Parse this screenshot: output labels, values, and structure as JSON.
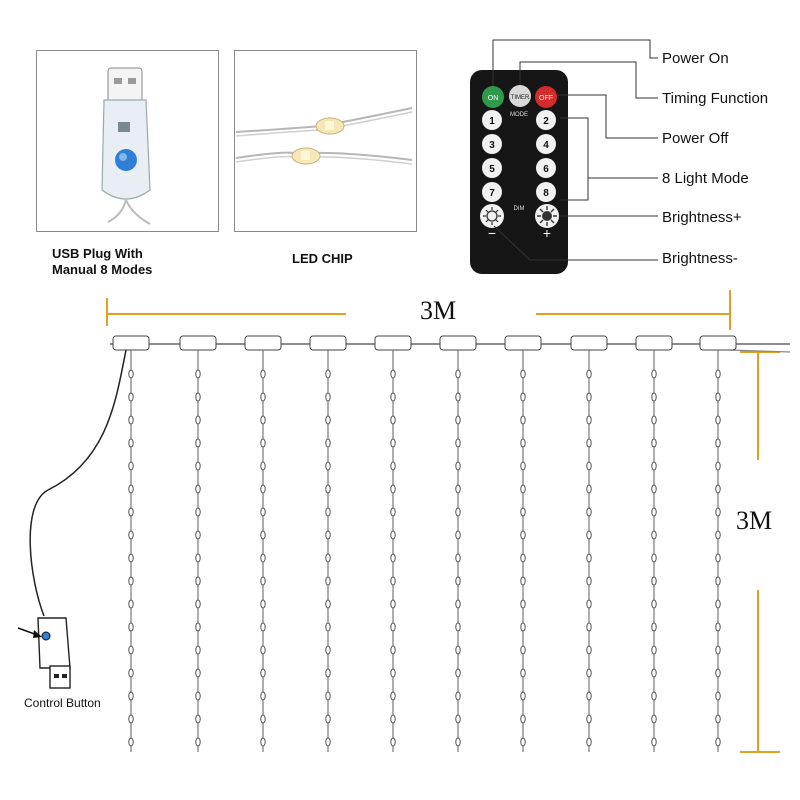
{
  "panels": {
    "usb_caption_line1": "USB Plug With",
    "usb_caption_line2": "Manual 8 Modes",
    "led_caption": "LED CHIP"
  },
  "remote": {
    "buttons": {
      "on": "ON",
      "timer": "TIMER",
      "off": "OFF",
      "mode": "MODE",
      "dim": "DIM",
      "minus": "−",
      "plus": "+",
      "numbers": [
        "1",
        "2",
        "3",
        "4",
        "5",
        "6",
        "7",
        "8"
      ]
    },
    "labels": {
      "power_on": "Power On",
      "timing": "Timing Function",
      "power_off": "Power Off",
      "modes": "8 Light Mode",
      "bright_plus": "Brightness+",
      "bright_minus": "Brightness-"
    }
  },
  "dimensions": {
    "width": "3M",
    "height": "3M"
  },
  "control_button_label": "Control Button",
  "colors": {
    "dimension_line": "#e0a020",
    "on_button": "#2e9a4a",
    "off_button": "#d62b2b",
    "wire": "#555555"
  }
}
